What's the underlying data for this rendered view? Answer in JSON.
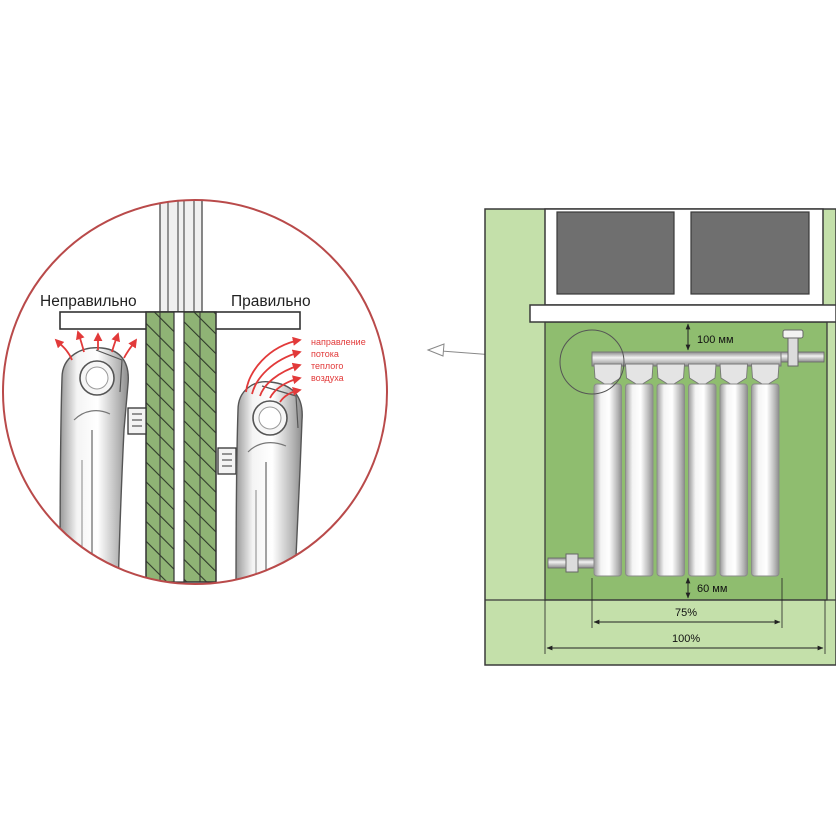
{
  "detail": {
    "wrong_label": "Неправильно",
    "right_label": "Правильно",
    "airflow_note": [
      "направление",
      "потока",
      "теплого",
      "воздуха"
    ]
  },
  "installation": {
    "top_gap": "100 мм",
    "bottom_gap": "60 мм",
    "radiator_width": "75%",
    "window_width": "100%"
  },
  "colors": {
    "wall_green": "#c4e0aa",
    "niche_green": "#8fbd6f",
    "outline": "#3a3a3a",
    "glass": "#6f6f6f",
    "circle_red": "#b94a4a",
    "airflow_red": "#e23a3a",
    "hatch_green": "#8fb375"
  },
  "icons": [
    "arrow-left-icon",
    "radiator-icon",
    "window-icon",
    "valve-icon",
    "heat-wave-icon"
  ]
}
